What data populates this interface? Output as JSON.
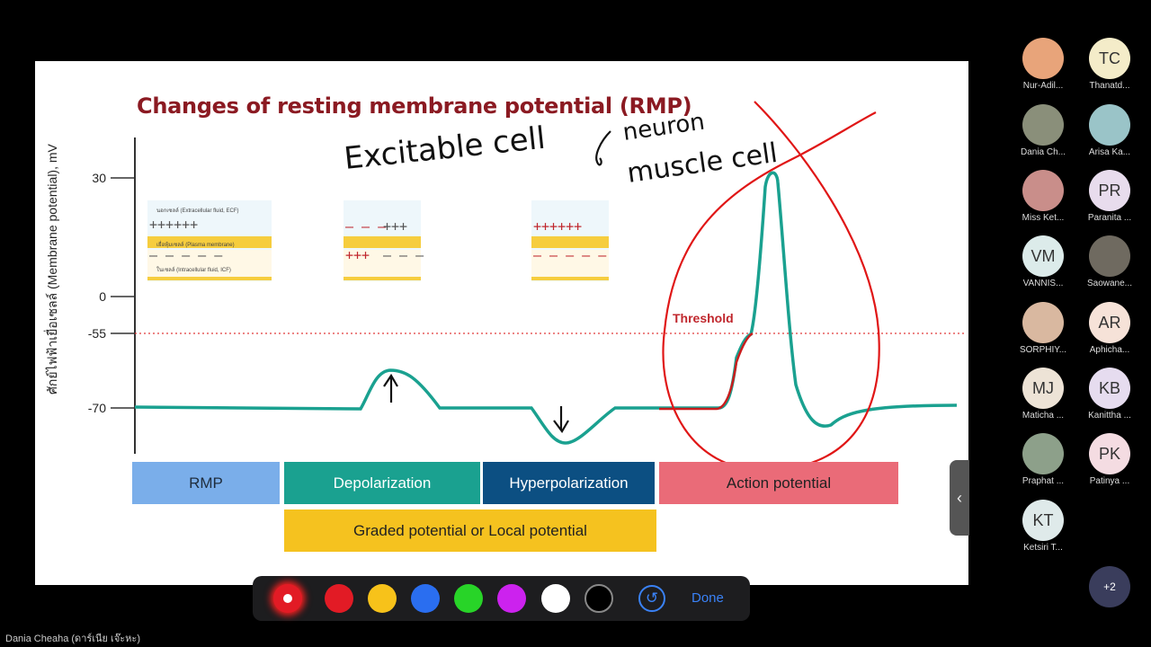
{
  "slide": {
    "title": "Changes of resting membrane potential (RMP)",
    "ylabel": "ศักย์ไฟฟ้าเยื่อเซลล์ (Membrane potential), mV",
    "ticks": [
      "30",
      "0",
      "-55",
      "-70"
    ],
    "threshold_label": "Threshold",
    "phases": [
      {
        "label": "RMP",
        "color": "#7aaeea"
      },
      {
        "label": "Depolarization",
        "color": "#1aa190"
      },
      {
        "label": "Hyperpolarization",
        "color": "#0c4f82"
      },
      {
        "label": "Action potential",
        "color": "#ea6b78"
      }
    ],
    "graded_label": "Graded potential or Local potential",
    "insets": {
      "rmp": {
        "ecf": "นอกเซลล์ (Extracellular fluid, ECF)",
        "top_charges": "++++++",
        "membrane": "เยื่อหุ้มเซลล์ (Plasma membrane)",
        "bottom_charges": "– – – – –",
        "icf": "ในเซลล์ (Intracellular fluid, ICF)"
      },
      "depol": {
        "top_minus": "– – –",
        "top_plus": "+++",
        "bottom_plus": "+++",
        "bottom_minus": "– – –"
      },
      "hyper": {
        "top_plus": "++++++",
        "bottom_minus": "– – – – –"
      }
    },
    "annotations": {
      "line1": "Excitable cell",
      "neuron": "neuron",
      "muscle": "muscle cell"
    }
  },
  "toolbar": {
    "colors": [
      "#ffffff",
      "#e21b25",
      "#f7c21a",
      "#2a6ef0",
      "#28d428",
      "#cc22ee",
      "#ffffff",
      "#000000"
    ],
    "undo_icon": "↺",
    "done_label": "Done"
  },
  "participants": [
    {
      "initials": "",
      "name": "Nur-Adil...",
      "bg": "#e8a47a"
    },
    {
      "initials": "TC",
      "name": "Thanatd...",
      "bg": "#f4ecc9"
    },
    {
      "initials": "",
      "name": "Dania Ch...",
      "bg": "#8a8f7a"
    },
    {
      "initials": "",
      "name": "Arisa Ka...",
      "bg": "#9ac4c8"
    },
    {
      "initials": "",
      "name": "Miss Ket...",
      "bg": "#c98e8a"
    },
    {
      "initials": "PR",
      "name": "Paranita ...",
      "bg": "#e8dced"
    },
    {
      "initials": "VM",
      "name": "VANNIS...",
      "bg": "#dcebea"
    },
    {
      "initials": "",
      "name": "Saowane...",
      "bg": "#6f6a60"
    },
    {
      "initials": "",
      "name": "SORPHIY...",
      "bg": "#d9b8a0"
    },
    {
      "initials": "AR",
      "name": "Aphicha...",
      "bg": "#f6e2d8"
    },
    {
      "initials": "MJ",
      "name": "Maticha ...",
      "bg": "#ede3d6"
    },
    {
      "initials": "KB",
      "name": "Kanittha ...",
      "bg": "#e6dcef"
    },
    {
      "initials": "",
      "name": "Praphat ...",
      "bg": "#8da08a"
    },
    {
      "initials": "PK",
      "name": "Patinya ...",
      "bg": "#f4dce2"
    },
    {
      "initials": "KT",
      "name": "Ketsiri T...",
      "bg": "#dfeaea"
    }
  ],
  "more_participants": "+2",
  "collapse_icon": "‹",
  "speaker_name": "Dania Cheaha (ดาร์เนีย เจ๊ะหะ)"
}
